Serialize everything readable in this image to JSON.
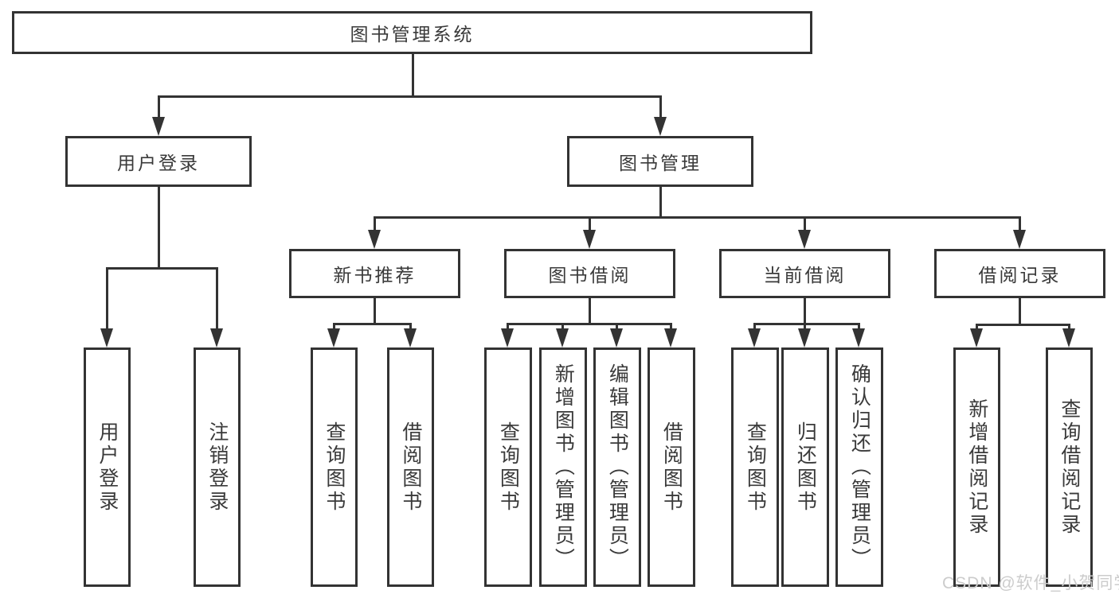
{
  "diagram": {
    "root": "图书管理系统",
    "user_login": {
      "label": "用户登录",
      "children": [
        "用户登录",
        "注销登录"
      ]
    },
    "book_mgmt": {
      "label": "图书管理",
      "sections": [
        {
          "label": "新书推荐",
          "children": [
            "查询图书",
            "借阅图书"
          ]
        },
        {
          "label": "图书借阅",
          "children": [
            "查询图书",
            "新增图书（管理员）",
            "编辑图书（管理员）",
            "借阅图书"
          ]
        },
        {
          "label": "当前借阅",
          "children": [
            "查询图书",
            "归还图书",
            "确认归还（管理员）"
          ]
        },
        {
          "label": "借阅记录",
          "children": [
            "新增借阅记录",
            "查询借阅记录"
          ]
        }
      ]
    },
    "watermark": "CSDN @软件_小贺同学"
  },
  "colors": {
    "line": "#333333",
    "text": "#3a3a3a",
    "watermark": "#cccccc",
    "background": "#ffffff"
  }
}
